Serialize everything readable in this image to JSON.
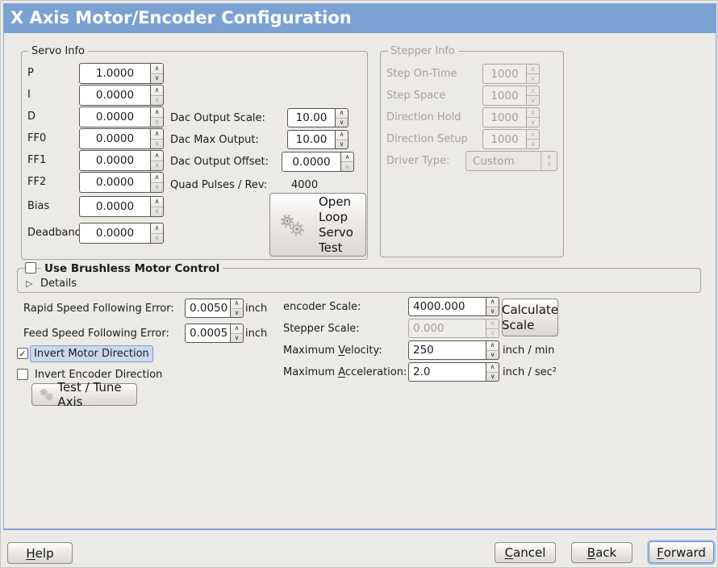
{
  "window": {
    "title": "X Axis Motor/Encoder Configuration"
  },
  "colors": {
    "titlebar_blue": "#7BA1D3",
    "focus_blue": "#A9C1E4",
    "selected_label_bg": "#CBD9EE",
    "window_bg": "#ECEAE6"
  },
  "icons": {
    "spin_up": "∧",
    "spin_down": "∨",
    "expander": "▷",
    "checkmark": "✓"
  },
  "servo_info": {
    "title": "Servo Info",
    "pid_rows": [
      {
        "label": "P",
        "value": "1.0000"
      },
      {
        "label": "I",
        "value": "0.0000"
      },
      {
        "label": "D",
        "value": "0.0000"
      },
      {
        "label": "FF0",
        "value": "0.0000"
      },
      {
        "label": "FF1",
        "value": "0.0000"
      },
      {
        "label": "FF2",
        "value": "0.0000"
      },
      {
        "label": "Bias",
        "value": "0.0000"
      },
      {
        "label": "Deadband",
        "value": "0.0000"
      }
    ],
    "dac_rows": [
      {
        "label": "Dac Output Scale:",
        "value": "10.00"
      },
      {
        "label": "Dac Max Output:",
        "value": "10.00"
      },
      {
        "label": "Dac Output Offset:",
        "value": "0.0000"
      }
    ],
    "quad_pulses_label": "Quad Pulses / Rev:",
    "quad_pulses_value": "4000",
    "open_loop_button": "Open\nLoop\nServo\nTest"
  },
  "stepper_info": {
    "title": "Stepper Info",
    "rows": [
      {
        "label": "Step On-Time",
        "value": "1000"
      },
      {
        "label": "Step Space",
        "value": "1000"
      },
      {
        "label": "Direction Hold",
        "value": "1000"
      },
      {
        "label": "Direction Setup",
        "value": "1000"
      }
    ],
    "driver_type_label": "Driver Type:",
    "driver_type_value": "Custom"
  },
  "brushless": {
    "title": "Use Brushless Motor Control",
    "details": "Details"
  },
  "following_error": {
    "rapid_label": "Rapid Speed Following Error:",
    "rapid_value": "0.0050",
    "rapid_unit": "inch",
    "feed_label": "Feed Speed Following Error:",
    "feed_value": "0.0005",
    "feed_unit": "inch"
  },
  "scaling": {
    "encoder_label": "encoder Scale:",
    "encoder_value": "4000.000",
    "calculate_button": "Calculate\nScale",
    "stepper_label": "Stepper Scale:",
    "stepper_value": "0.000",
    "velocity_label": "Maximum Velocity:",
    "velocity_value": "250",
    "velocity_unit": "inch / min",
    "accel_label": "Maximum Acceleration:",
    "accel_value": "2.0",
    "accel_unit": "inch / sec²"
  },
  "direction": {
    "invert_motor": "Invert Motor Direction",
    "invert_encoder": "Invert Encoder Direction",
    "test_tune_button": "Test / Tune Axis"
  },
  "footer": {
    "help": "Help",
    "cancel": "Cancel",
    "back": "Back",
    "forward": "Forward"
  }
}
